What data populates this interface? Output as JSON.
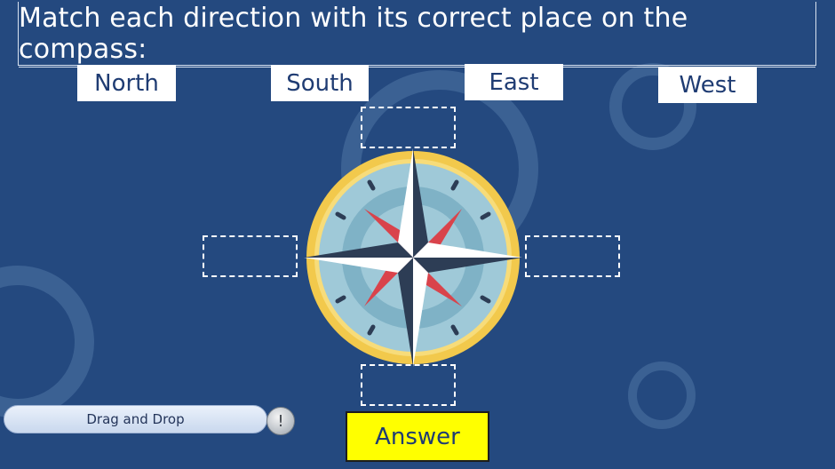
{
  "title": "Match each direction with its correct place on the compass:",
  "labels": {
    "north": "North",
    "south": "South",
    "east": "East",
    "west": "West"
  },
  "drag_control": {
    "label": "Drag and Drop",
    "knob_symbol": "!",
    "knob_icon": "info-knob-icon"
  },
  "answer_button": "Answer",
  "colors": {
    "background": "#24497f",
    "answer_button": "#ffff00",
    "label_text": "#1f3c73",
    "compass_ring": "#f2c94c",
    "compass_face": "#9fc9d8",
    "compass_accent": "#d9434b",
    "compass_dark": "#2d3d55"
  }
}
